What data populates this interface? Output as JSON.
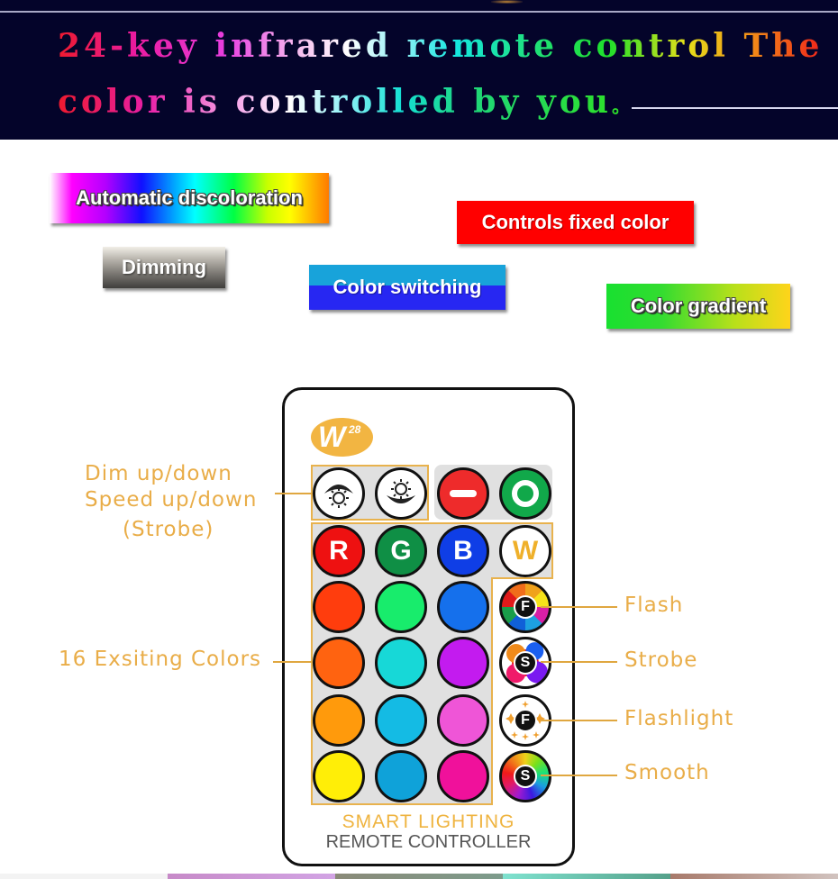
{
  "banner": {
    "line1": "24-key infrared remote control The",
    "line2": "color is controlled by you",
    "line2_end": "。"
  },
  "features": {
    "automatic": "Automatic discoloration",
    "fixed": "Controls fixed color",
    "dimming": "Dimming",
    "switching": "Color switching",
    "gradient": "Color gradient"
  },
  "remote": {
    "logo_letter": "W",
    "logo_number": "28",
    "top_row": [
      {
        "id": "dim-up",
        "icon": "brightness-up-icon"
      },
      {
        "id": "dim-down",
        "icon": "brightness-down-icon"
      },
      {
        "id": "off",
        "icon": "minus-icon",
        "color": "#ee2b2b"
      },
      {
        "id": "on",
        "icon": "ring-icon",
        "color": "#11a84a"
      }
    ],
    "rgbw": [
      {
        "label": "R",
        "color": "#ee1111"
      },
      {
        "label": "G",
        "color": "#0f8f45"
      },
      {
        "label": "B",
        "color": "#0f3ee6"
      },
      {
        "label": "W",
        "color": "#ffffff",
        "text_color": "#efb02a"
      }
    ],
    "colors": [
      [
        "#ff3d0d",
        "#18ec6c",
        "#1570ec"
      ],
      [
        "#ff6310",
        "#17d8d7",
        "#c31bef"
      ],
      [
        "#ff9a0c",
        "#14bbe4",
        "#ef55d7"
      ],
      [
        "#ffee07",
        "#0fa2d9",
        "#f0119b"
      ]
    ],
    "mode_buttons": [
      {
        "id": "flash",
        "letter": "F"
      },
      {
        "id": "strobe",
        "letter": "S"
      },
      {
        "id": "flashlight",
        "letter": "F"
      },
      {
        "id": "smooth",
        "letter": "S"
      }
    ],
    "brand_line1": "SMART LIGHTING",
    "brand_line2": "REMOTE CONTROLLER"
  },
  "callouts": {
    "dim_line1": "Dim up/down",
    "dim_line2": "Speed up/down",
    "dim_line3": "(Strobe)",
    "colors16": "16 Exsiting Colors",
    "flash": "Flash",
    "strobe": "Strobe",
    "flashlight": "Flashlight",
    "smooth": "Smooth"
  },
  "accent_color": "#e9ad48",
  "banner_bg": "#04042a"
}
